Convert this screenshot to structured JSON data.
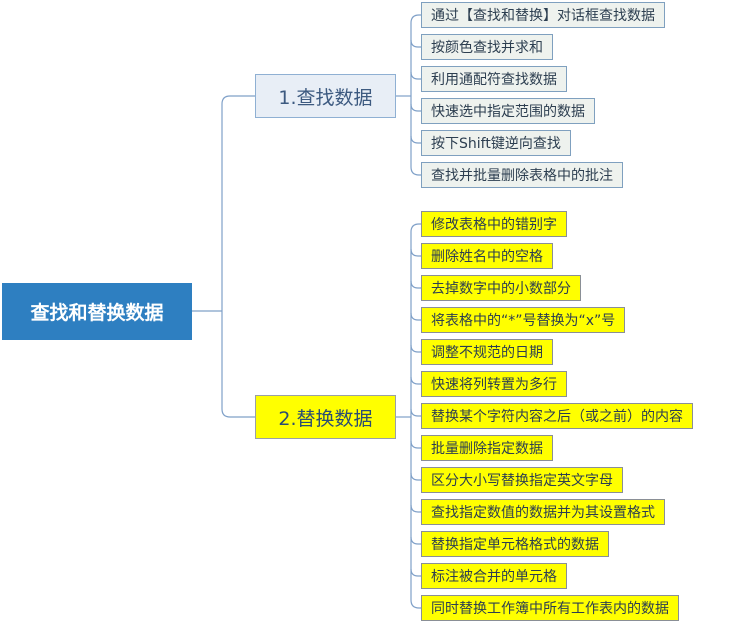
{
  "root": {
    "label": "查找和替换数据"
  },
  "branches": [
    {
      "label": "1.查找数据",
      "items": [
        "通过【查找和替换】对话框查找数据",
        "按颜色查找并求和",
        "利用通配符查找数据",
        "快速选中指定范围的数据",
        "按下Shift键逆向查找",
        "查找并批量删除表格中的批注"
      ]
    },
    {
      "label": "2.替换数据",
      "items": [
        "修改表格中的错别字",
        "删除姓名中的空格",
        "去掉数字中的小数部分",
        "将表格中的“*”号替换为“x”号",
        "调整不规范的日期",
        "快速将列转置为多行",
        "替换某个字符内容之后（或之前）的内容",
        "批量删除指定数据",
        "区分大小写替换指定英文字母",
        "查找指定数值的数据并为其设置格式",
        "替换指定单元格格式的数据",
        "标注被合并的单元格",
        "同时替换工作簿中所有工作表内的数据"
      ]
    }
  ],
  "colors": {
    "root_fill": "#2e7fc1",
    "find_fill": "#e8eef6",
    "replace_fill": "#ffff00",
    "connector": "#7fa0c8"
  }
}
